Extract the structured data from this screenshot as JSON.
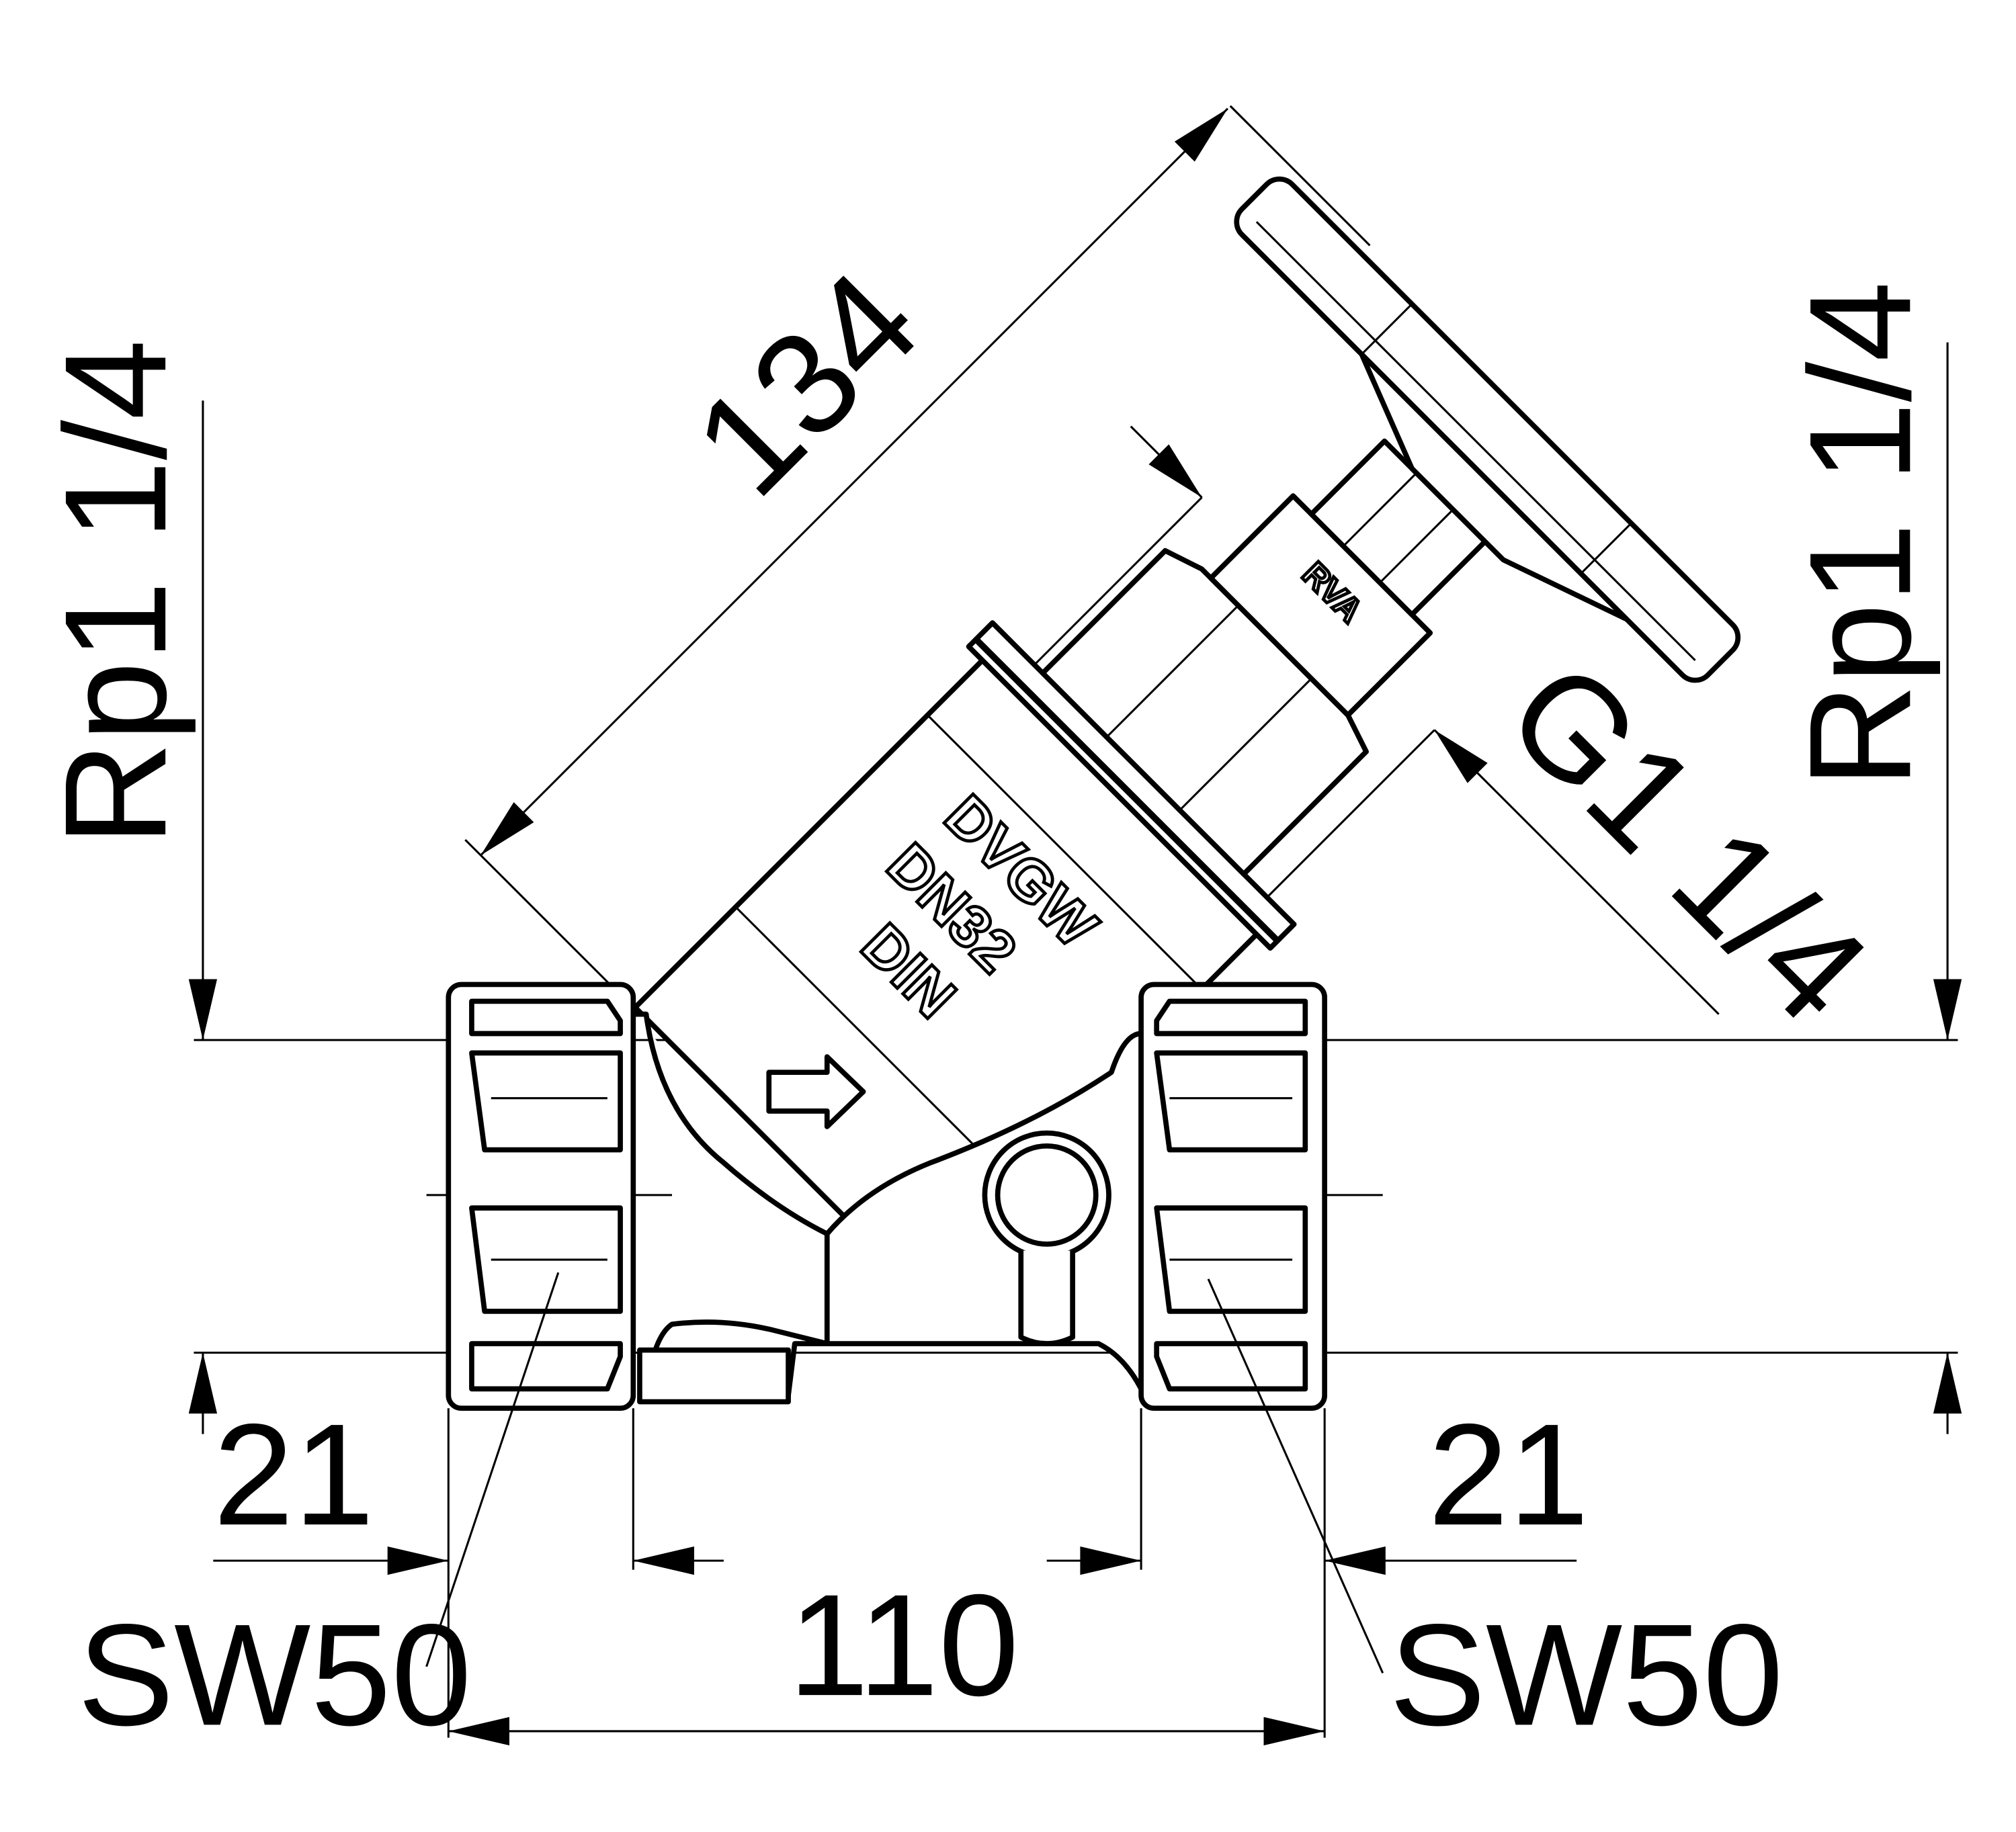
{
  "dimensions": {
    "overall_height": "134",
    "left_connection": "Rp1 1/4",
    "right_connection": "Rp1 1/4",
    "bonnet_thread": "G1 1/4",
    "left_thread_depth": "21",
    "right_thread_depth": "21",
    "left_wrench_size": "SW50",
    "right_wrench_size": "SW50",
    "overall_length": "110"
  },
  "markings": {
    "approval": "DVGW",
    "nominal_size": "DN32",
    "standard": "DIN",
    "maker": "RVA"
  },
  "colors": {
    "line": "#000000",
    "background": "#ffffff"
  }
}
